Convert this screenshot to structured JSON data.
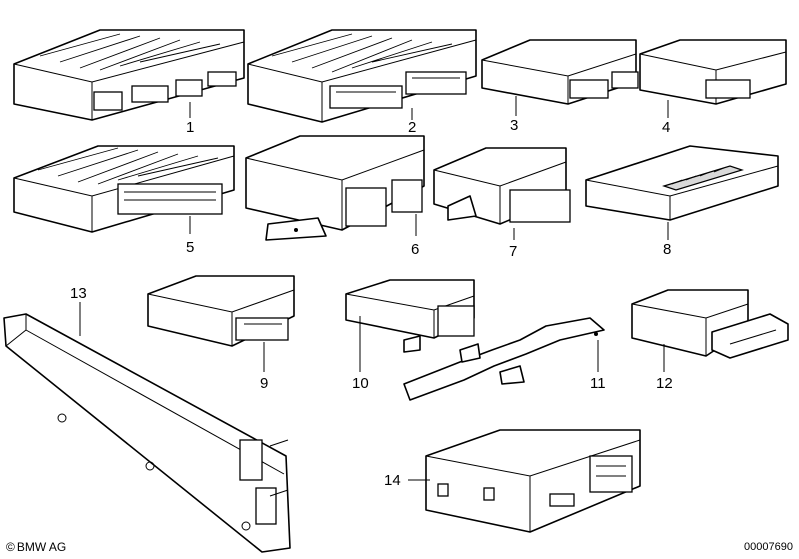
{
  "diagram": {
    "part_labels": [
      "1",
      "2",
      "3",
      "4",
      "5",
      "6",
      "7",
      "8",
      "9",
      "10",
      "11",
      "12",
      "13",
      "14"
    ]
  },
  "footer": {
    "brand_text": "BMW AG",
    "copyright_symbol": "©",
    "drawing_number": "00007690"
  }
}
